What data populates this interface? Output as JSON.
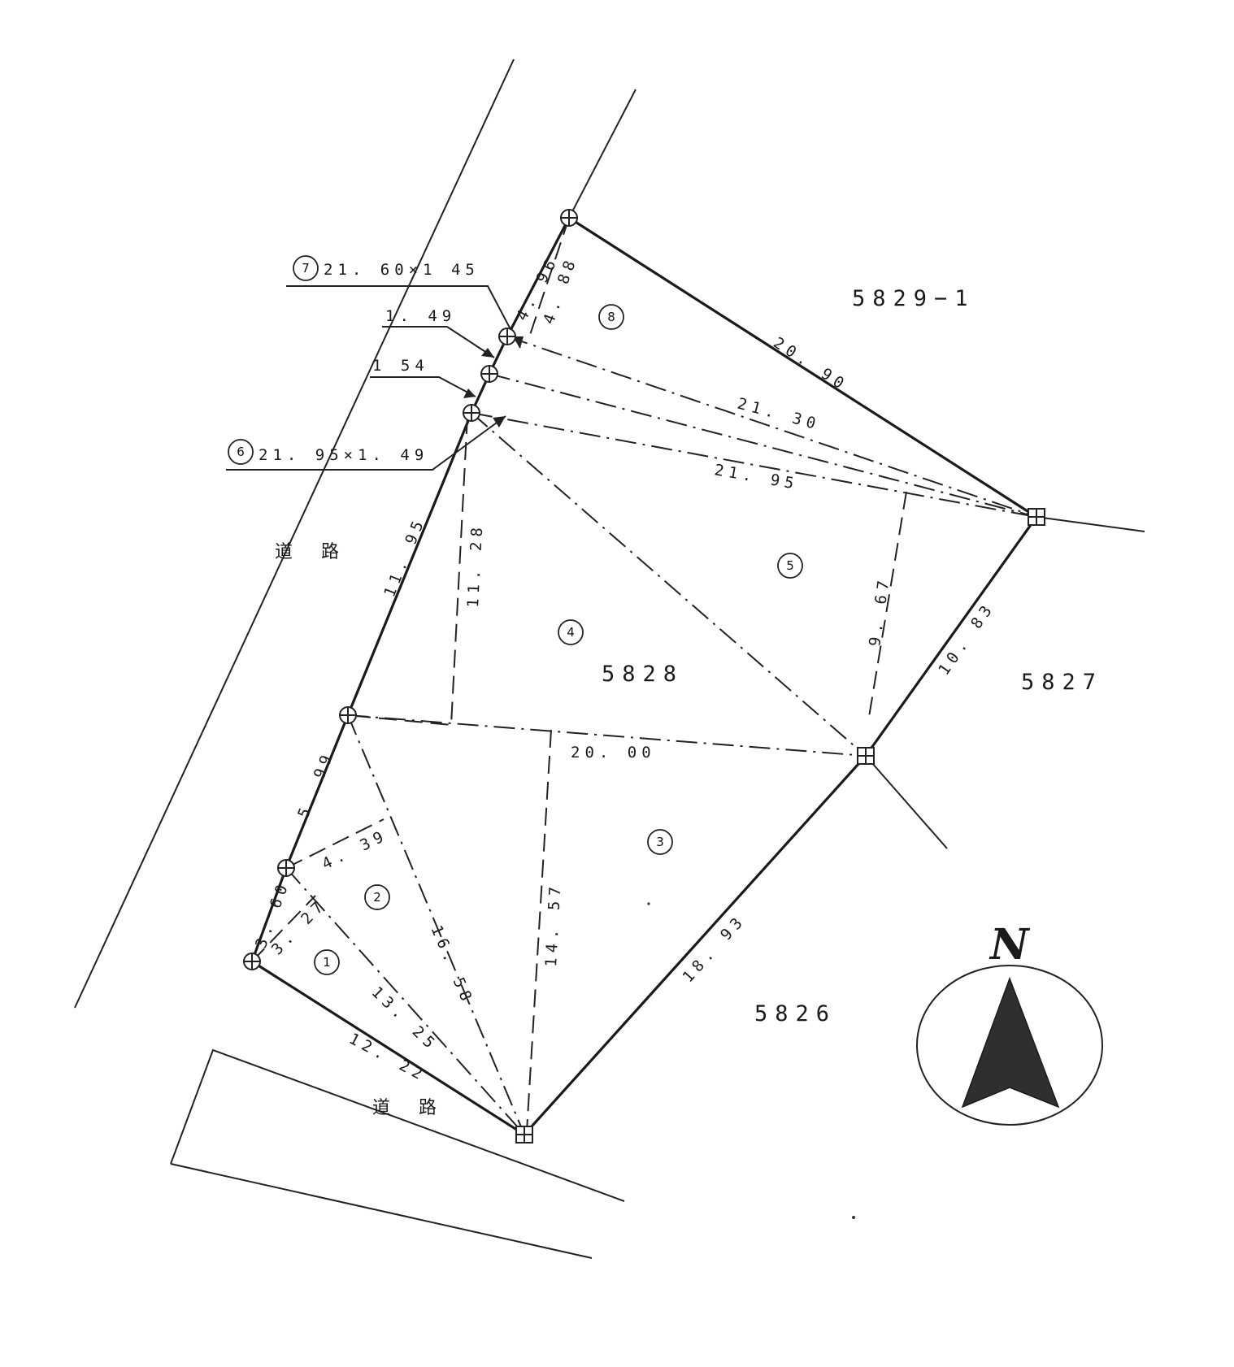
{
  "parcels": {
    "main": "5828",
    "ne": "5829−1",
    "east": "5827",
    "south": "5826"
  },
  "roads": {
    "west": "道 路",
    "south": "道 路"
  },
  "regions": [
    "1",
    "2",
    "3",
    "4",
    "5",
    "8"
  ],
  "callouts": {
    "c7_num": "7",
    "c7_text": "21. 60×1 45",
    "c149": "1. 49",
    "c154": "1 54",
    "c6_num": "6",
    "c6_text": "21. 95×1. 49"
  },
  "dimensions": {
    "d_4_96": "4. 96",
    "d_4_88": "4. 88",
    "d_20_90": "20. 90",
    "d_21_30": "21. 30",
    "d_21_95": "21. 95",
    "d_11_95": "11. 95",
    "d_11_28": "11. 28",
    "d_9_67": "9. 67",
    "d_10_83": "10. 83",
    "d_20_00": "20. 00",
    "d_5_99": "5. 99",
    "d_4_39": "4. 39",
    "d_3_60": "3. 60",
    "d_3_27": "3. 27",
    "d_16_58": "16. 58",
    "d_14_57": "14. 57",
    "d_18_93": "18. 93",
    "d_13_25": "13. 25",
    "d_12_22": "12. 22"
  },
  "north": {
    "letter": "N"
  }
}
